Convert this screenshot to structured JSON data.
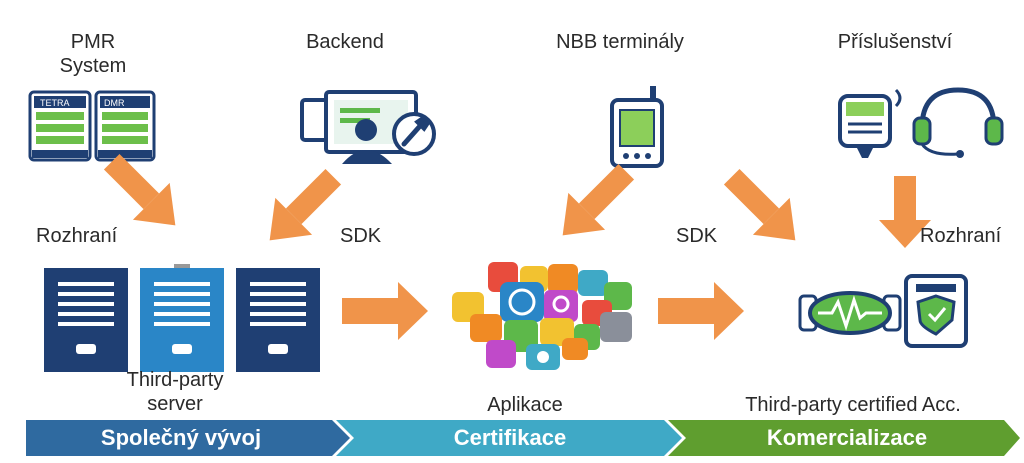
{
  "sources": {
    "pmr_system": "PMR\nSystem",
    "tetra_tag": "TETRA",
    "dmr_tag": "DMR",
    "backend": "Backend",
    "nbb_terminals": "NBB terminály",
    "accessories": "Příslušenství"
  },
  "connectors": {
    "interface_left": "Rozhraní",
    "sdk_left": "SDK",
    "sdk_right": "SDK",
    "interface_right": "Rozhraní"
  },
  "outputs": {
    "server": "Third-party\nserver",
    "apps": "Aplikace",
    "certified_acc": "Third-party certified Acc."
  },
  "phases": [
    {
      "label": "Společný vývoj",
      "color": "#2f6aa0"
    },
    {
      "label": "Certifikace",
      "color": "#3fa9c6"
    },
    {
      "label": "Komercializace",
      "color": "#5f9e2f"
    }
  ],
  "colors": {
    "arrow": "#f0944a",
    "navy": "#1f3f73",
    "blue": "#2a86c7",
    "green": "#5db84a"
  }
}
